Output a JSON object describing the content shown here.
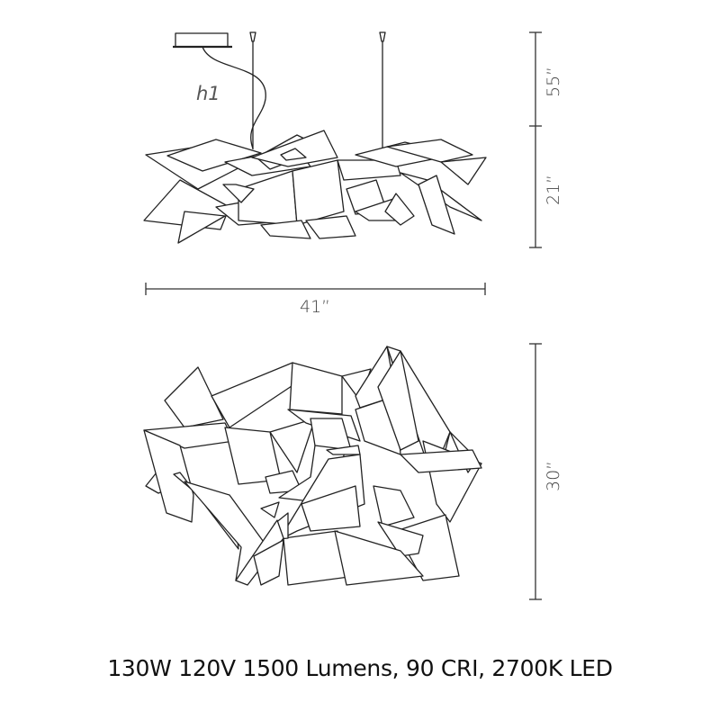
{
  "diagram": {
    "side_view": {
      "cable_label": "h1",
      "height_above_label": "55”",
      "body_height_label": "21”",
      "width_label": "41”"
    },
    "top_view": {
      "depth_label": "30”"
    }
  },
  "specs": {
    "text": "130W 120V 1500 Lumens, 90 CRI, 2700K LED",
    "wattage": "130W",
    "voltage": "120V",
    "lumens": "1500 Lumens",
    "cri": "90 CRI",
    "color_temperature": "2700K",
    "light_source": "LED"
  },
  "colors": {
    "line": "#222222",
    "background": "#ffffff",
    "text": "#111111"
  }
}
